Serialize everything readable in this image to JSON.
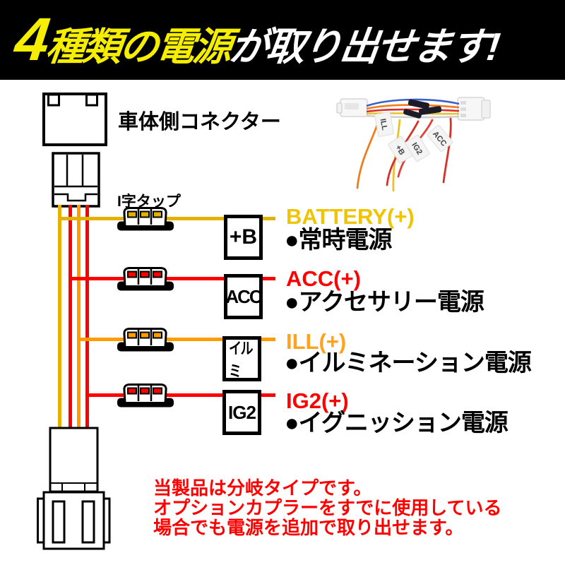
{
  "banner": {
    "highlight": "4",
    "yellow_text": "種類の電源",
    "white_text": "が取り出せます!",
    "bg_color": "#000000",
    "yellow_color": "#F5EE00",
    "white_color": "#FFFFFF"
  },
  "diagram": {
    "vehicle_connector_label": "車体側コネクター",
    "tap_label": "I字タップ",
    "wire_colors": {
      "yellow": "#E3B200",
      "red": "#FF0000",
      "orange": "#FF9D00"
    }
  },
  "rows": [
    {
      "box": "+B",
      "label": "BATTERY(+)",
      "desc": "●常時電源",
      "wire_color": "#E3B200",
      "label_color": "#F0C400"
    },
    {
      "box": "ACC",
      "label": "ACC(+)",
      "desc": "●アクセサリー電源",
      "wire_color": "#FF0000",
      "label_color": "#FF0000"
    },
    {
      "box": "イルミ",
      "label": "ILL(+)",
      "desc": "●イルミネーション電源",
      "wire_color": "#FF9D00",
      "label_color": "#FFA21E"
    },
    {
      "box": "IG2",
      "label": "IG2(+)",
      "desc": "●イグニッション電源",
      "wire_color": "#FF0000",
      "label_color": "#FF0000"
    }
  ],
  "photo": {
    "tags": [
      "ILL",
      "+B",
      "IG2",
      "ACC"
    ]
  },
  "note": {
    "color": "#FF0000",
    "line1": "当製品は分岐タイプです。",
    "line2": "オプションカプラーをすでに使用している",
    "line3": "場合でも電源を追加で取り出せます。"
  }
}
